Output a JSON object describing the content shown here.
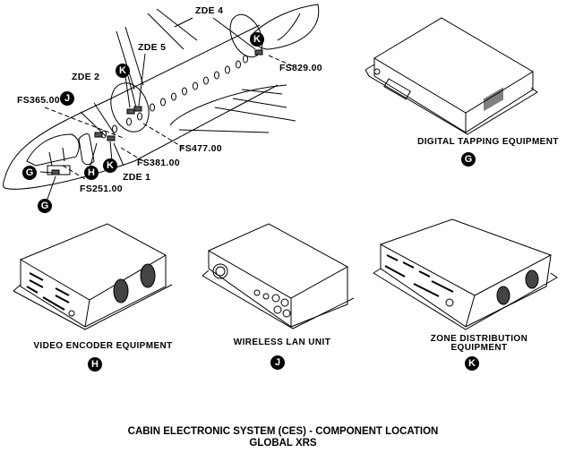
{
  "aircraft_view": {
    "zone_labels": [
      "ZDE 4",
      "ZDE 5",
      "ZDE 2",
      "ZDE 1"
    ],
    "station_labels": [
      "FS829.00",
      "FS365.00",
      "FS477.00",
      "FS381.00",
      "FS251.00"
    ],
    "callouts": [
      "K",
      "K",
      "J",
      "H",
      "K",
      "G",
      "G"
    ]
  },
  "components": [
    {
      "name": "DIGITAL TAPPING EQUIPMENT",
      "callout": "G"
    },
    {
      "name": "VIDEO ENCODER EQUIPMENT",
      "callout": "H"
    },
    {
      "name": "WIRELESS LAN UNIT",
      "callout": "J"
    },
    {
      "name_line1": "ZONE DISTRIBUTION",
      "name_line2": "EQUIPMENT",
      "callout": "K"
    }
  ],
  "figure_title": {
    "line1": "CABIN ELECTRONIC SYSTEM (CES) - COMPONENT LOCATION",
    "line2": "GLOBAL XRS"
  }
}
